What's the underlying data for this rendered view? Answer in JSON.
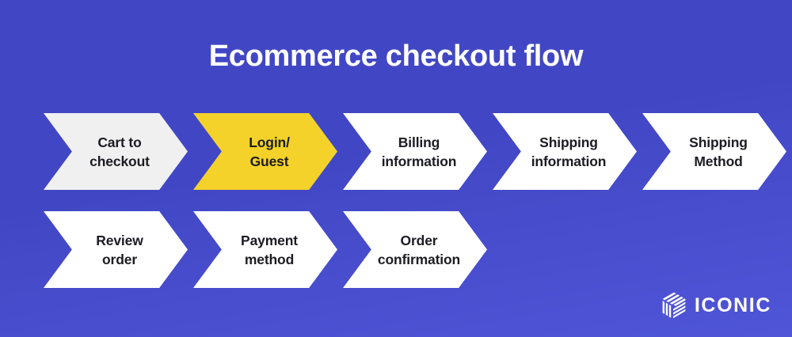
{
  "diagram": {
    "title": "Ecommerce checkout flow",
    "background_color_top": "#4147C4",
    "background_color_bottom": "#5055D8",
    "rows": [
      {
        "steps": [
          {
            "label": "Cart to\ncheckout",
            "fill": "#F0F0F0",
            "text_color": "#1C1C22",
            "state": "completed"
          },
          {
            "label": "Login/\nGuest",
            "fill": "#F4D22A",
            "text_color": "#1C1C22",
            "state": "active"
          },
          {
            "label": "Billing\ninformation",
            "fill": "#FFFFFF",
            "text_color": "#1C1C22",
            "state": "pending"
          },
          {
            "label": "Shipping\ninformation",
            "fill": "#FFFFFF",
            "text_color": "#1C1C22",
            "state": "pending"
          },
          {
            "label": "Shipping\nMethod",
            "fill": "#FFFFFF",
            "text_color": "#1C1C22",
            "state": "pending"
          }
        ]
      },
      {
        "steps": [
          {
            "label": "Review\norder",
            "fill": "#FFFFFF",
            "text_color": "#1C1C22",
            "state": "pending"
          },
          {
            "label": "Payment\nmethod",
            "fill": "#FFFFFF",
            "text_color": "#1C1C22",
            "state": "pending"
          },
          {
            "label": "Order\nconfirmation",
            "fill": "#FFFFFF",
            "text_color": "#1C1C22",
            "state": "pending"
          }
        ]
      }
    ]
  },
  "logo": {
    "icon": "iconic-cube-icon",
    "text": "ICONIC",
    "color": "#FFFFFF"
  }
}
